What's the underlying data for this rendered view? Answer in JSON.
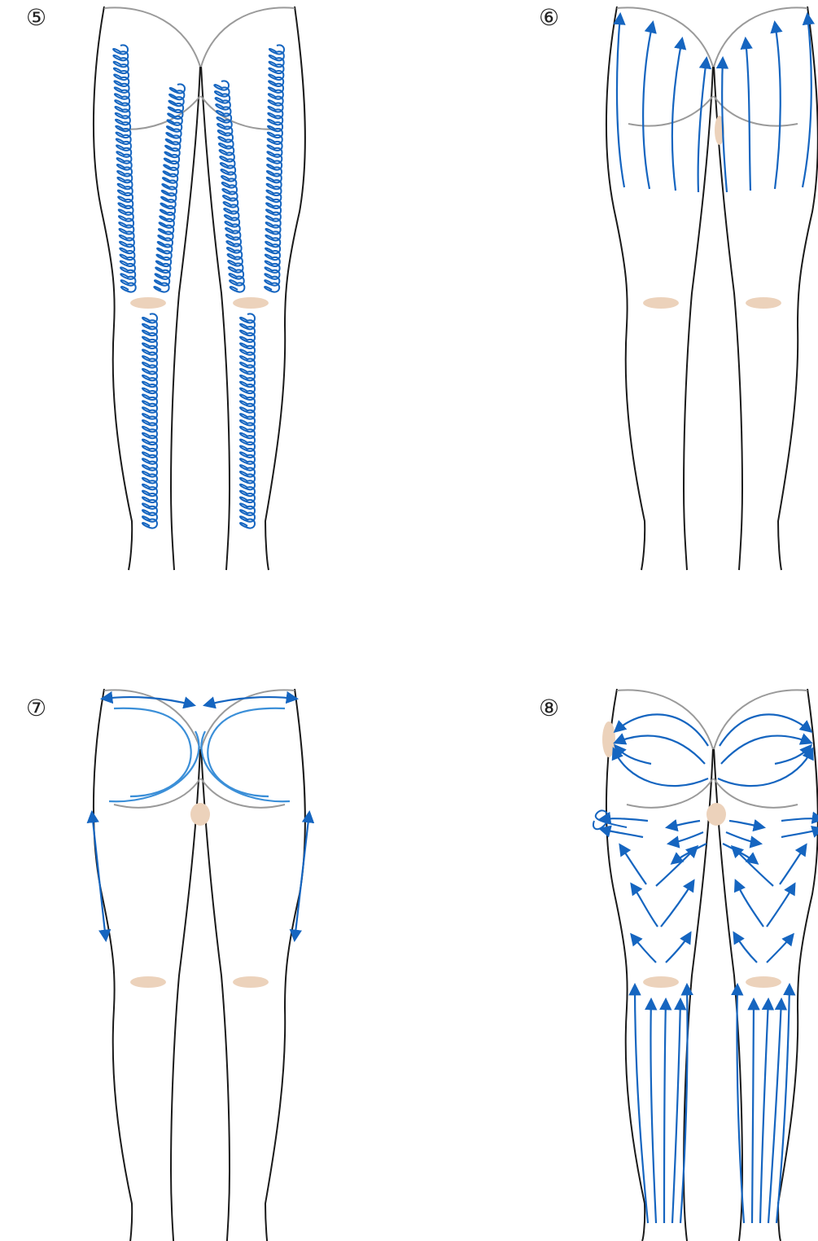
{
  "panels": [
    {
      "id": "p5",
      "label": "⑤",
      "technique": "spiral"
    },
    {
      "id": "p6",
      "label": "⑥",
      "technique": "upward-strokes"
    },
    {
      "id": "p7",
      "label": "⑦",
      "technique": "buttock-arcs"
    },
    {
      "id": "p8",
      "label": "⑧",
      "technique": "directional-flow"
    }
  ],
  "colors": {
    "outline": "#1a1a1a",
    "crease": "#9a9a9a",
    "stroke_dark": "#1565c0",
    "stroke_light": "#3b8fd8",
    "point": "#ecd2bb"
  }
}
